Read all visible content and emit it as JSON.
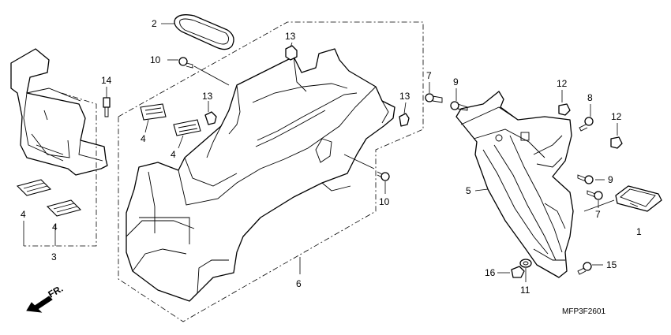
{
  "diagram": {
    "part_code": "MFP3F2601",
    "front_label": "FR.",
    "callouts": [
      {
        "id": "c1",
        "label": "1"
      },
      {
        "id": "c2",
        "label": "2"
      },
      {
        "id": "c3",
        "label": "3"
      },
      {
        "id": "c4a",
        "label": "4"
      },
      {
        "id": "c4b",
        "label": "4"
      },
      {
        "id": "c4c",
        "label": "4"
      },
      {
        "id": "c4d",
        "label": "4"
      },
      {
        "id": "c5",
        "label": "5"
      },
      {
        "id": "c6",
        "label": "6"
      },
      {
        "id": "c7a",
        "label": "7"
      },
      {
        "id": "c7b",
        "label": "7"
      },
      {
        "id": "c8",
        "label": "8"
      },
      {
        "id": "c9a",
        "label": "9"
      },
      {
        "id": "c9b",
        "label": "9"
      },
      {
        "id": "c10a",
        "label": "10"
      },
      {
        "id": "c10b",
        "label": "10"
      },
      {
        "id": "c11",
        "label": "11"
      },
      {
        "id": "c12a",
        "label": "12"
      },
      {
        "id": "c12b",
        "label": "12"
      },
      {
        "id": "c13a",
        "label": "13"
      },
      {
        "id": "c13b",
        "label": "13"
      },
      {
        "id": "c13c",
        "label": "13"
      },
      {
        "id": "c14",
        "label": "14"
      },
      {
        "id": "c15",
        "label": "15"
      },
      {
        "id": "c16",
        "label": "16"
      }
    ]
  }
}
